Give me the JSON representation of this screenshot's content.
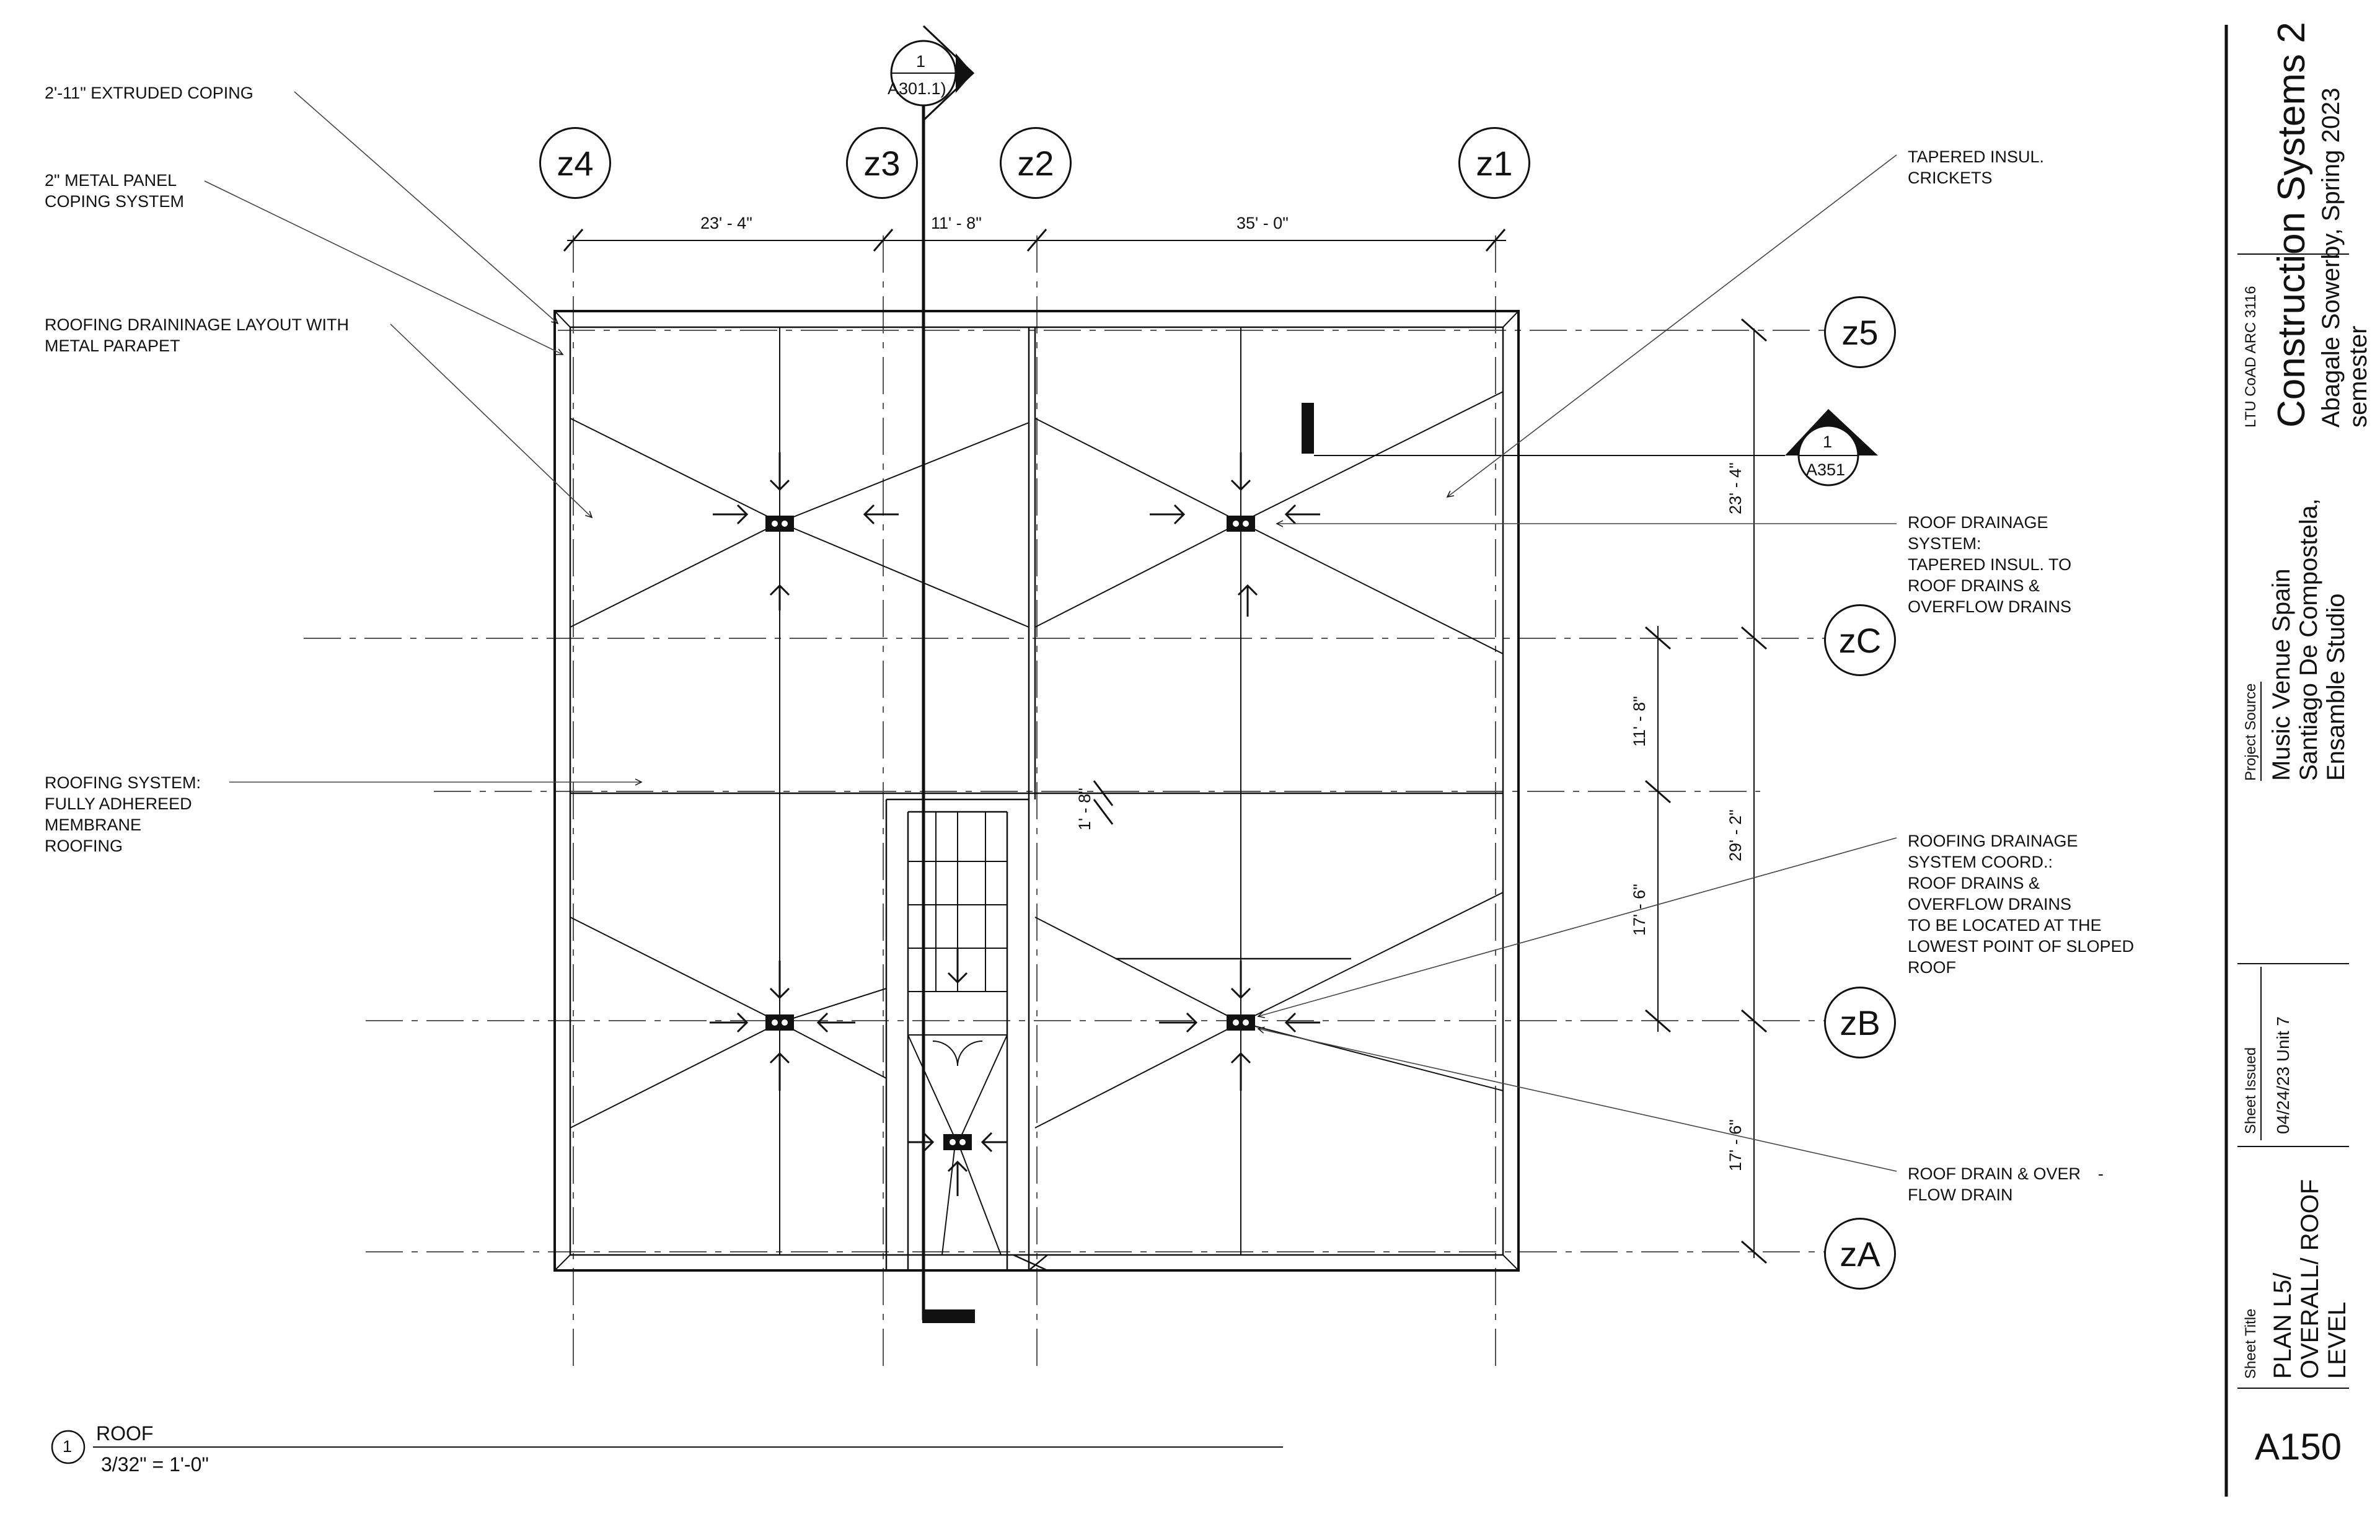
{
  "notes": {
    "extruded_coping": "2'-11\"  EXTRUDED COPING",
    "metal_panel": "2\" METAL PANEL\nCOPING SYSTEM",
    "drainage_layout": "ROOFING DRAININAGE LAYOUT WITH\nMETAL PARAPET",
    "roofing_system": "ROOFING SYSTEM:\nFULLY ADHEREED\nMEMBRANE\nROOFING",
    "tapered_crickets": "TAPERED INSUL.\nCRICKETS",
    "drainage_system": "ROOF DRAINAGE\nSYSTEM:\nTAPERED INSUL. TO\nROOF DRAINS &\nOVERFLOW DRAINS",
    "drainage_coord": "ROOFING DRAINAGE\nSYSTEM COORD.:\nROOF DRAINS &\nOVERFLOW DRAINS\nTO BE LOCATED AT THE\nLOWEST POINT OF SLOPED\nROOF",
    "roof_drain": "ROOF DRAIN & OVER\nFLOW DRAIN",
    "dash": "-"
  },
  "grid": {
    "z4": "z4",
    "z3": "z3",
    "z2": "z2",
    "z1": "z1",
    "z5": "z5",
    "zC": "zC",
    "zB": "zB",
    "zA": "zA"
  },
  "dims": {
    "top_1": "23' - 4\"",
    "top_2": "11' - 8\"",
    "top_3": "35' - 0\"",
    "right_1": "23' - 4\"",
    "right_2": "29' - 2\"",
    "right_3": "17' - 6\"",
    "inner_1": "11' - 8\"",
    "inner_2": "17' - 6\"",
    "stair": "1' - 8\""
  },
  "section_marks": {
    "top_num": "1",
    "top_ref": "A301.1)",
    "right_num": "1",
    "right_ref": "A351"
  },
  "view_title": {
    "num": "1",
    "name": "ROOF",
    "scale": "3/32\" = 1'-0\""
  },
  "title_block": {
    "course": "LTU CoAD ARC 3116",
    "course_title": "Construction Systems 2",
    "author": "Abagale Sowerby, Spring 2023",
    "author_2": "semester",
    "source_label": "Project Source",
    "source_1": "Music Venue Spain",
    "source_2": "Santiago De Compostela,",
    "source_3": "Ensamble Studio",
    "issued_label": "Sheet Issued",
    "issued_value": "04/24/23 Unit 7",
    "title_label": "Sheet Title",
    "title_1": "PLAN L5/",
    "title_2": "OVERALL/ ROOF",
    "title_3": "LEVEL",
    "sheet_number": "A150"
  }
}
